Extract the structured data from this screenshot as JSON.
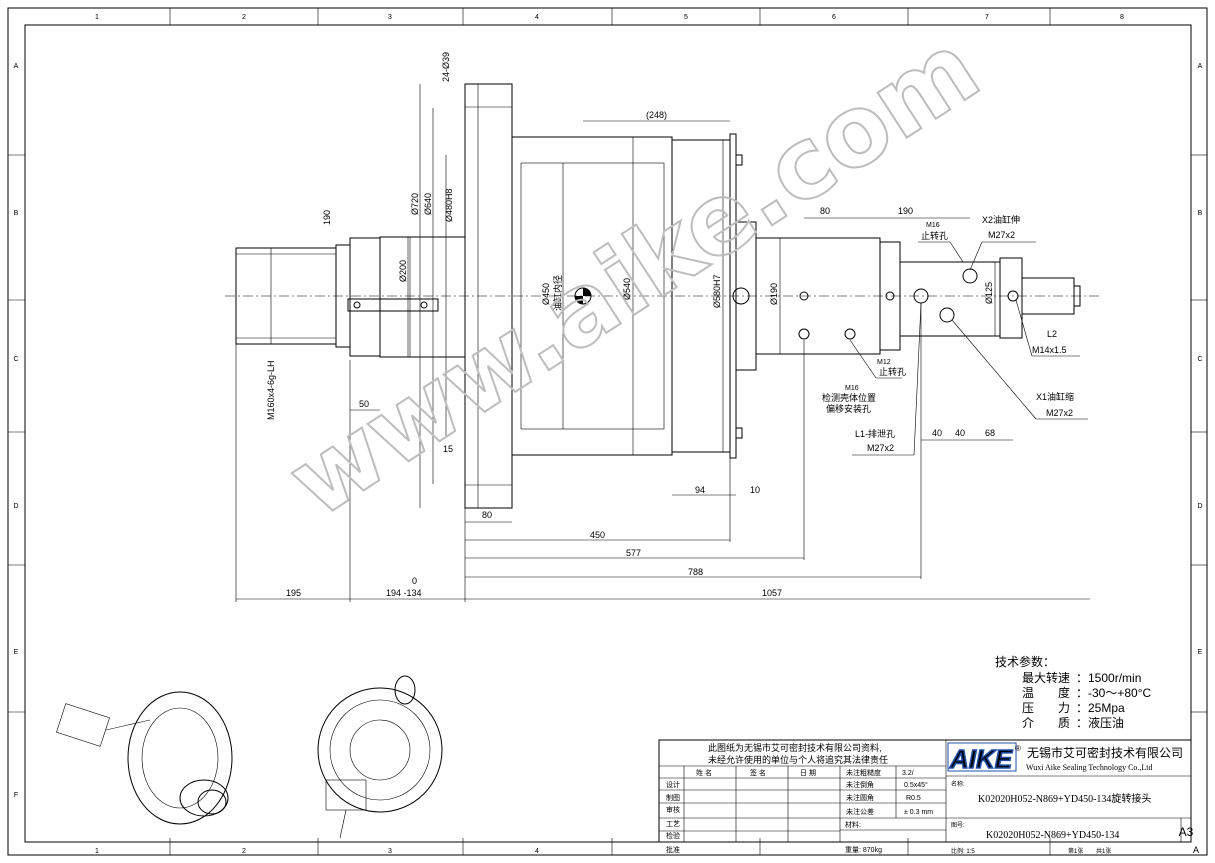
{
  "frame": {
    "columns": [
      "1",
      "2",
      "3",
      "4",
      "5",
      "6",
      "7",
      "8"
    ],
    "rows": [
      "A",
      "B",
      "C",
      "D",
      "E",
      "F"
    ]
  },
  "watermark": "www.aike.com",
  "dimensions": {
    "d24_39": "24-Ø39",
    "d720": "Ø720",
    "d640": "Ø640",
    "d480h8": "Ø480H8",
    "d200": "Ø200",
    "d450": "Ø450",
    "d450_note": "油缸内径",
    "d540": "Ø540",
    "d580h7": "Ø580H7",
    "d190": "Ø190",
    "d125": "Ø125",
    "t248": "(248)",
    "t190a": "190",
    "t80a": "80",
    "t190b": "190",
    "t50": "50",
    "t15": "15",
    "t80b": "80",
    "t94": "94",
    "t10": "10",
    "t40a": "40",
    "t40b": "40",
    "t68": "68",
    "t450": "450",
    "t577": "577",
    "t788": "788",
    "t195": "195",
    "t0": "0",
    "t194": "194 -134",
    "t1057": "1057",
    "thread": "M160x4-6g-LH"
  },
  "callouts": {
    "x2_title": "X2油缸伸",
    "x2_thread": "M27x2",
    "m16_stop": "M16",
    "m16_stop_label": "止转孔",
    "m12": "M12",
    "m12_label": "止转孔",
    "m16_detect": "M16",
    "m16_detect_l1": "检测壳体位置",
    "m16_detect_l2": "偏移安装孔",
    "l1_title": "L1-排泄孔",
    "l1_thread": "M27x2",
    "l2_title": "L2",
    "l2_thread": "M14x1.5",
    "x1_title": "X1油缸缩",
    "x1_thread": "M27x2"
  },
  "specs": {
    "heading": "技术参数：",
    "rows": [
      {
        "label": "最大转速",
        "value": "：1500r/min"
      },
      {
        "label": "温　　度",
        "value": "：-30～+80°C"
      },
      {
        "label": "压　　力",
        "value": "：25Mpa"
      },
      {
        "label": "介　　质",
        "value": "：液压油"
      }
    ]
  },
  "title_block": {
    "notice_l1": "此图纸为无锡市艾可密封技术有限公司资料,",
    "notice_l2": "未经允许使用的单位与个人将追究其法律责任",
    "headers": [
      "姓 名",
      "签 名",
      "日 期"
    ],
    "roles": [
      "设计",
      "制图",
      "审核",
      "",
      "工艺",
      "检验",
      "批准"
    ],
    "spec_labels": [
      "未注粗糙度",
      "未注倒角",
      "未注圆角",
      "未注公差"
    ],
    "spec_values": [
      "",
      "0.5x45°",
      "R0.5",
      "± 0.3 mm"
    ],
    "roughness_mark": "3.2/",
    "logo": "AIKE",
    "logo_mark": "®",
    "company_cn": "无锡市艾可密封技术有限公司",
    "company_en": "Wuxi Aike Sealing Technology Co.,Ltd",
    "name_label": "名称:",
    "part_name": "K02020H052-N869+YD450-134旋转接头",
    "material_label": "材料:",
    "drawing_no_label": "图号:",
    "drawing_no": "K02020H052-N869+YD450-134",
    "size": "A3",
    "weight": "重量: 870kg",
    "scale": "比例:  1:5",
    "sheet_a": "第1张",
    "sheet_b": "共1张",
    "revision": "A"
  }
}
